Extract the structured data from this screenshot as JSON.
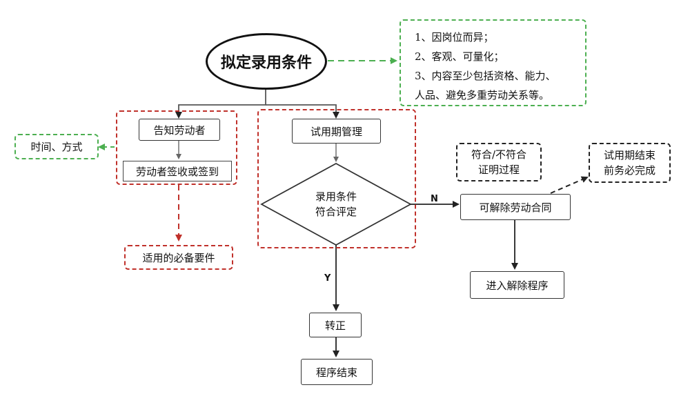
{
  "title": "拟定录用条件",
  "criteria": {
    "line1": "1、因岗位而异；",
    "line2": "2、客观、可量化；",
    "line3": "3、内容至少包括资格、能力、",
    "line4": "人品、避免多重劳动关系等。"
  },
  "notify": {
    "label": "告知劳动者",
    "sign": "劳动者签收或签到",
    "time_method": "时间、方式",
    "requirement": "适用的必备要件"
  },
  "probation": {
    "label": "试用期管理",
    "decision_line1": "录用条件",
    "decision_line2": "符合评定"
  },
  "branch": {
    "no": "N",
    "yes": "Y"
  },
  "terminate": {
    "label": "可解除劳动合同",
    "proof_line1": "符合/不符合",
    "proof_line2": "证明过程",
    "deadline_line1": "试用期结束",
    "deadline_line2": "前务必完成",
    "procedure": "进入解除程序"
  },
  "regular": {
    "label": "转正",
    "end": "程序结束"
  },
  "colors": {
    "red_dashed": "#c0302a",
    "green_dashed": "#4caf50",
    "line": "#333333"
  }
}
